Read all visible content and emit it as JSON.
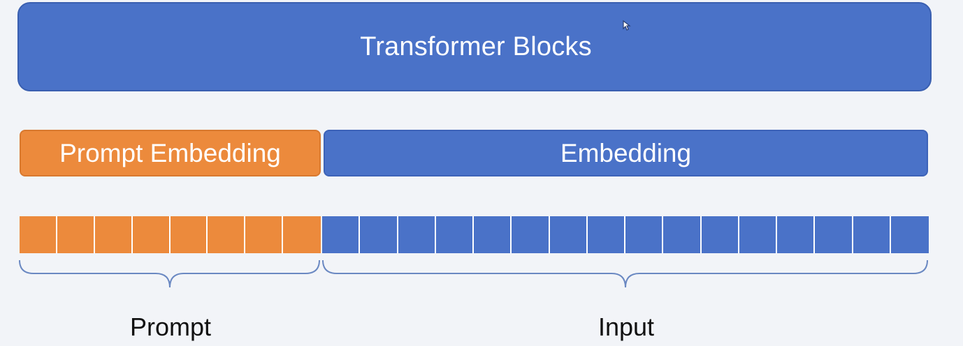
{
  "transformer": {
    "label": "Transformer Blocks",
    "color": "#4a72c8"
  },
  "embeddings": {
    "prompt_label": "Prompt Embedding",
    "input_label": "Embedding"
  },
  "tokens": {
    "prompt_count": 8,
    "input_count": 16
  },
  "groups": {
    "prompt_label": "Prompt",
    "input_label": "Input"
  },
  "colors": {
    "prompt": "#ec8a3c",
    "input": "#4a72c8",
    "brace": "#6a88c2"
  },
  "icons": {
    "cursor": "pointer-cursor-icon"
  }
}
